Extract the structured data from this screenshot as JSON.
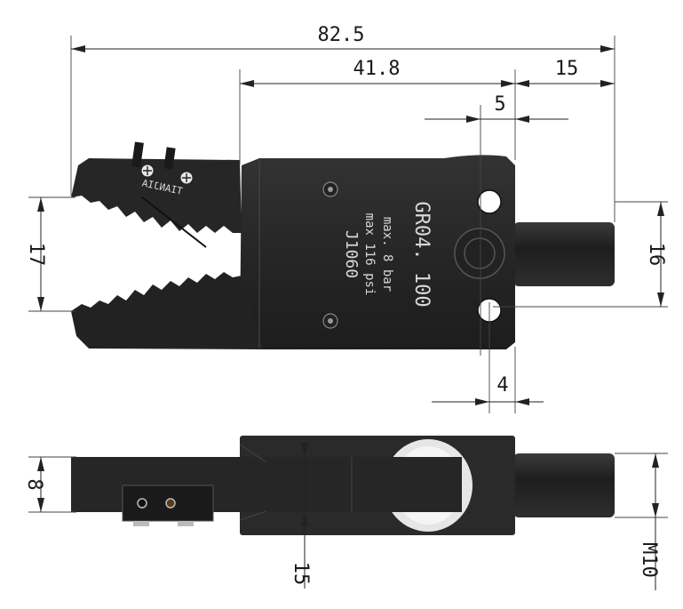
{
  "dimensions": {
    "overall_length": "82.5",
    "body_length": "41.8",
    "shaft_length": "15",
    "hole_offset": "5",
    "jaw_opening": "17",
    "hole_spacing": "16",
    "hole_edge": "4",
    "side_height": "8",
    "side_width": "15",
    "thread": "M10"
  },
  "markings": {
    "model": "GR04. 100",
    "pressure_bar": "max. 8 bar",
    "pressure_psi": "max 116 psi",
    "code": "J1060",
    "brand": "TIANJIA"
  },
  "colors": {
    "body": "#2b2b2b",
    "body_dark": "#1c1c1c",
    "highlight": "#4a4a4a",
    "lines": "#222222"
  }
}
